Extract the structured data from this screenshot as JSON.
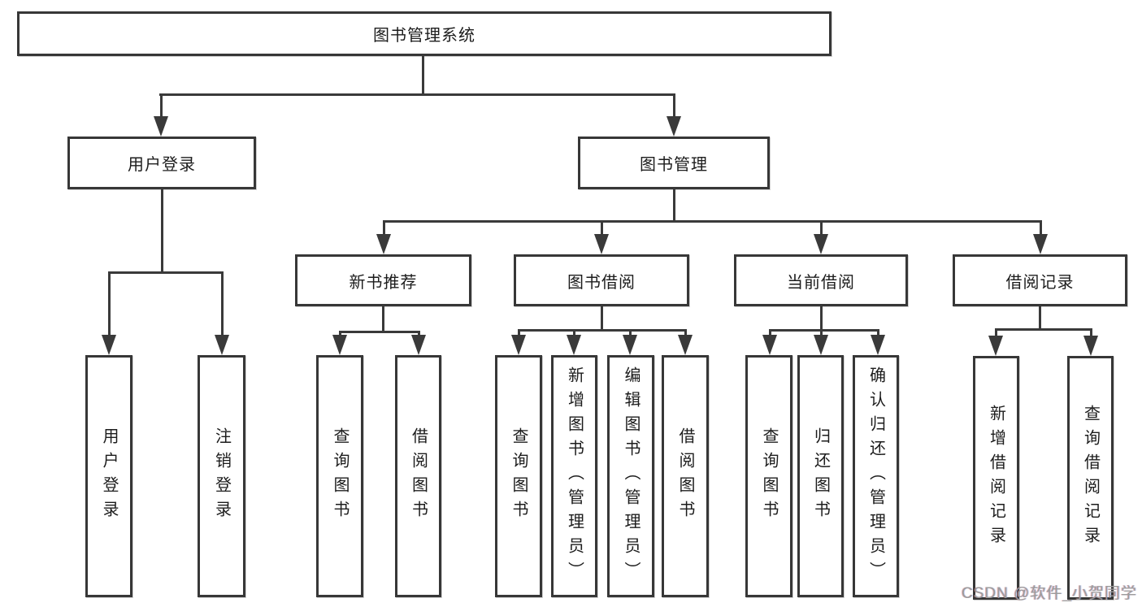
{
  "tree": {
    "root": {
      "label": "图书管理系统"
    },
    "branches": [
      {
        "label": "用户登录",
        "children": [
          "用户登录",
          "注销登录"
        ]
      },
      {
        "label": "图书管理",
        "groups": [
          {
            "label": "新书推荐",
            "children": [
              "查询图书",
              "借阅图书"
            ]
          },
          {
            "label": "图书借阅",
            "children": [
              "查询图书",
              "新增图书（管理员）",
              "编辑图书（管理员）",
              "借阅图书"
            ]
          },
          {
            "label": "当前借阅",
            "children": [
              "查询图书",
              "归还图书",
              "确认归还（管理员）"
            ]
          },
          {
            "label": "借阅记录",
            "children": [
              "新增借阅记录",
              "查询借阅记录"
            ]
          }
        ]
      }
    ]
  },
  "watermark": {
    "text": "CSDN @软件_小贺同学"
  },
  "colors": {
    "line": "#3a3a3a",
    "border": "#373737",
    "text": "#1c1c1c",
    "watermark": "#9c9c9c",
    "background": "#ffffff"
  }
}
